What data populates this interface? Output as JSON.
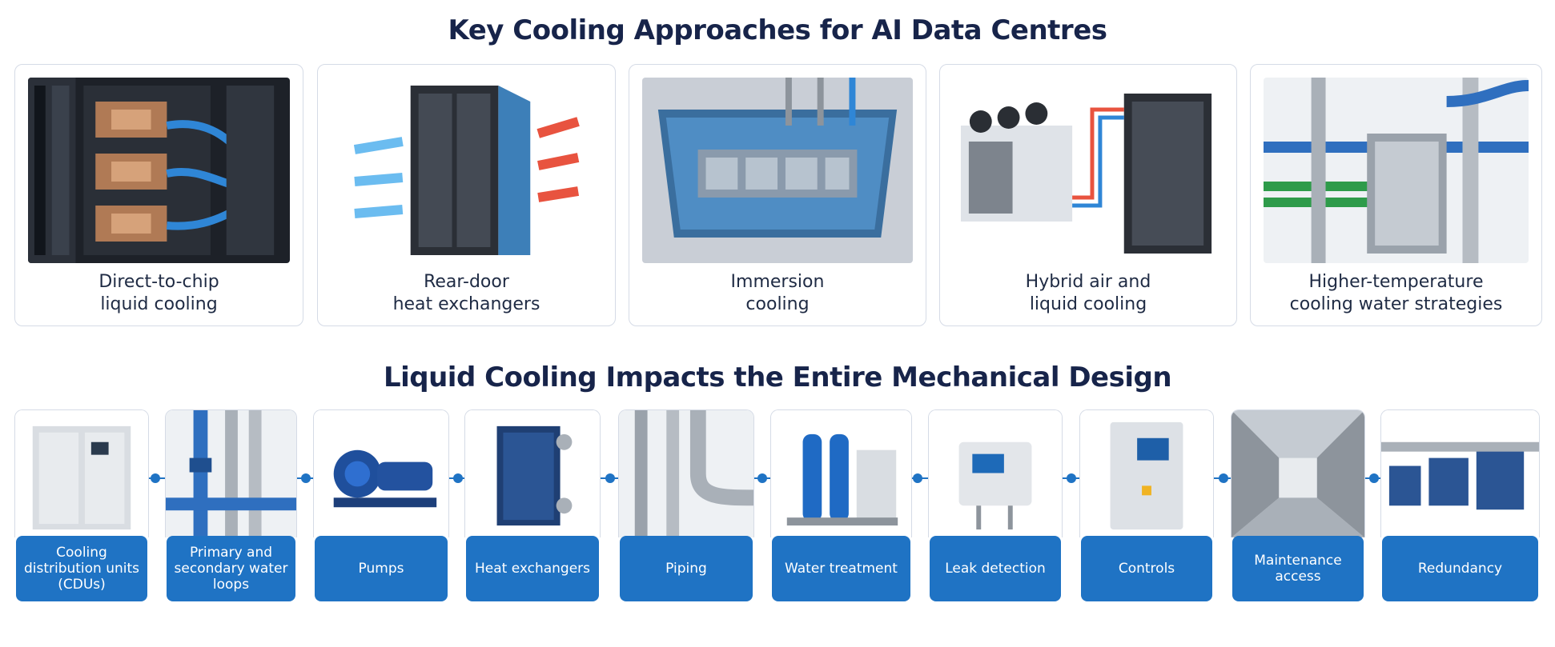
{
  "titles": {
    "top": "Key Cooling Approaches for AI Data Centres",
    "bottom": "Liquid Cooling Impacts the Entire Mechanical Design"
  },
  "approaches": [
    {
      "line1": "Direct-to-chip",
      "line2": "liquid cooling",
      "icon": "server-cold-plate-photo"
    },
    {
      "line1": "Rear-door",
      "line2": "heat exchangers",
      "icon": "rack-airflow-photo"
    },
    {
      "line1": "Immersion",
      "line2": "cooling",
      "icon": "immersion-tank-photo"
    },
    {
      "line1": "Hybrid air and",
      "line2": "liquid cooling",
      "icon": "chiller-rack-photo"
    },
    {
      "line1": "Higher-temperature",
      "line2": "cooling water strategies",
      "icon": "heat-exchanger-piping-photo"
    }
  ],
  "components": [
    {
      "label": "Cooling distribution units (CDUs)",
      "icon": "cdu-cabinet-photo"
    },
    {
      "label": "Primary and secondary water loops",
      "icon": "water-loop-pipes-photo"
    },
    {
      "label": "Pumps",
      "icon": "pump-photo"
    },
    {
      "label": "Heat exchangers",
      "icon": "plate-heat-exchanger-photo"
    },
    {
      "label": "Piping",
      "icon": "piping-photo"
    },
    {
      "label": "Water treatment",
      "icon": "water-treatment-tanks-photo"
    },
    {
      "label": "Leak detection",
      "icon": "leak-detector-photo"
    },
    {
      "label": "Controls",
      "icon": "control-panel-photo"
    },
    {
      "label": "Maintenance access",
      "icon": "corridor-photo"
    },
    {
      "label": "Redundancy",
      "icon": "redundant-units-photo"
    }
  ],
  "colors": {
    "accent": "#1f73c4",
    "title": "#17244a",
    "border": "#d5dbe6"
  }
}
